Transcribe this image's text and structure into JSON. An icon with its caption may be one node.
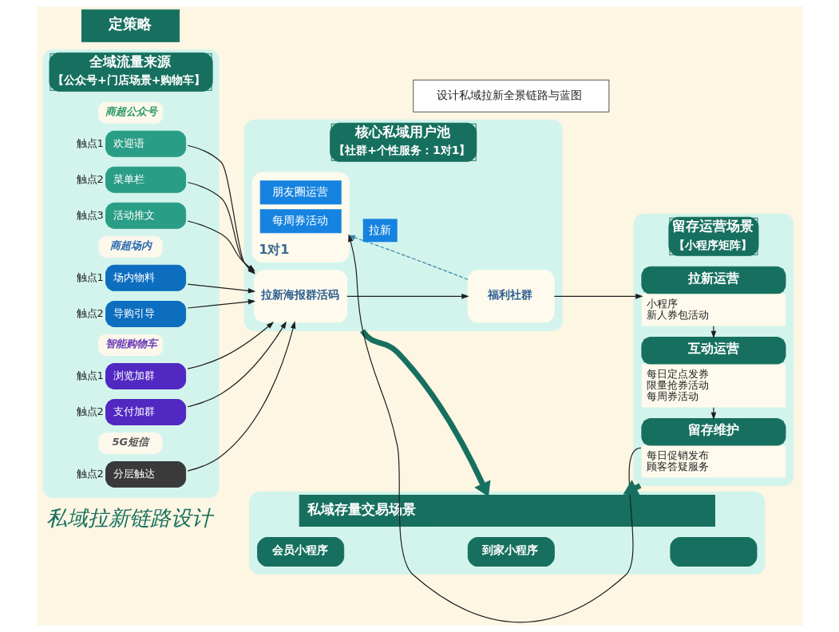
{
  "diagram": {
    "nodes": [
      {
        "text": [
          "定策略"
        ]
      },
      {
        "text": [
          "设计私域拉新全景链路与蓝图"
        ]
      },
      {
        "text": [
          "全域流量来源",
          "【公众号+门店场景+购物车】"
        ]
      },
      {
        "text": [
          "商超公众号"
        ],
        "in": 2
      },
      {
        "text": [
          "欢迎语"
        ],
        "beside": [
          "触点1"
        ],
        "in": 2
      },
      {
        "text": [
          "菜单栏"
        ],
        "beside": [
          "触点2"
        ],
        "in": 2
      },
      {
        "text": [
          "活动推文"
        ],
        "beside": [
          "触点3"
        ],
        "in": 2
      },
      {
        "text": [
          "商超场内"
        ],
        "in": 2
      },
      {
        "text": [
          "场内物料"
        ],
        "beside": [
          "触点1"
        ],
        "in": 2
      },
      {
        "text": [
          "导购引导"
        ],
        "beside": [
          "触点2"
        ],
        "in": 2
      },
      {
        "text": [
          "智能购物车"
        ],
        "in": 2
      },
      {
        "text": [
          "浏览加群"
        ],
        "beside": [
          "触点1"
        ],
        "in": 2
      },
      {
        "text": [
          "支付加群"
        ],
        "beside": [
          "触点2"
        ],
        "in": 2
      },
      {
        "text": [
          "5G短信"
        ],
        "in": 2
      },
      {
        "text": [
          "分层触达"
        ],
        "beside": [
          "触点2"
        ],
        "in": 2
      },
      {
        "text": [
          "核心私域用户池",
          "【社群+个性服务：1对1】"
        ]
      },
      {
        "text": [
          "拉新海报群活码"
        ],
        "in": 15
      },
      {
        "text": [
          "福利社群"
        ],
        "in": 15
      },
      {
        "text": [
          "1对1"
        ],
        "in": 15
      },
      {
        "text": [
          "朋友圈运营"
        ],
        "in": 18
      },
      {
        "text": [
          "每周券活动"
        ],
        "in": 18
      },
      {
        "text": [
          "留存运营场景",
          "【小程序矩阵】"
        ]
      },
      {
        "text": [
          "拉新运营",
          "小程序",
          "新人券包活动"
        ],
        "in": 21
      },
      {
        "text": [
          "互动运营",
          "每日定点发券",
          "限量抢券活动",
          "每周券活动"
        ],
        "in": 21
      },
      {
        "text": [
          "留存维护",
          "每日促销发布",
          "顾客答疑服务"
        ],
        "in": 21
      },
      {
        "text": [
          "私域存量交易场景"
        ]
      },
      {
        "text": [
          "会员小程序"
        ],
        "in": 25
      },
      {
        "text": [
          "到家小程序"
        ],
        "in": 25
      },
      {
        "text": [],
        "shape": "box",
        "in": 25
      }
    ],
    "edges": [
      {
        "from": 4,
        "to": 16,
        "arrow": "to"
      },
      {
        "from": 5,
        "to": 16,
        "arrow": "to"
      },
      {
        "from": 6,
        "to": 16,
        "arrow": "to"
      },
      {
        "from": 8,
        "to": 16,
        "arrow": "to"
      },
      {
        "from": 9,
        "to": 16,
        "arrow": "to"
      },
      {
        "from": 11,
        "to": 16,
        "arrow": "to"
      },
      {
        "from": 12,
        "to": 16,
        "arrow": "to"
      },
      {
        "from": 14,
        "to": 16,
        "arrow": "to"
      },
      {
        "from": 16,
        "to": 17,
        "arrow": "to"
      },
      {
        "from": 17,
        "to": 22,
        "arrow": "to"
      },
      {
        "from": 17,
        "to": 18,
        "arrow": "to",
        "label": "拉新",
        "style": "dashed",
        "color": "#3f86a6"
      },
      {
        "from": 22,
        "to": 23,
        "arrow": "to"
      },
      {
        "from": 23,
        "to": 24,
        "arrow": "to"
      },
      {
        "from": 24,
        "to": 18,
        "arrow": "to"
      },
      {
        "from": 15,
        "to": 25,
        "arrow": "to",
        "style": "thick",
        "color": "#17705f"
      },
      {
        "from": 21,
        "to": 25,
        "arrow": "to",
        "style": "thick",
        "color": "#17705f"
      }
    ],
    "labels": [
      "私域拉新链路设计"
    ]
  }
}
